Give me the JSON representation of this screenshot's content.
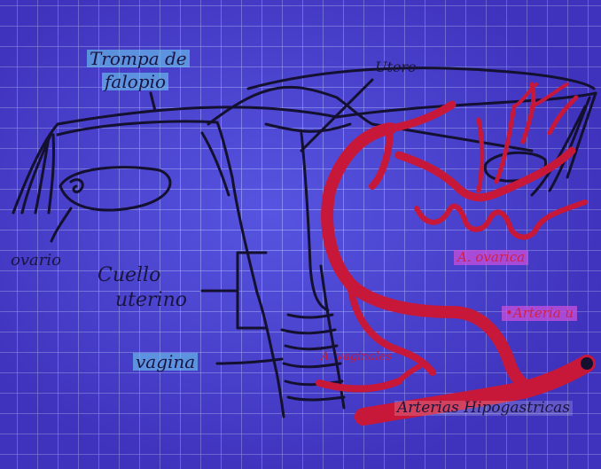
{
  "labels": {
    "trompa": "Trompa de",
    "trompa2": "falopio",
    "utero": "Utero",
    "ovario": "ovario",
    "cuello": "Cuello",
    "cuello2": "uterino",
    "vagina": "vagina",
    "a_ovarica": "A. ovarica",
    "a_uterina": "•Arteria u",
    "a_vaginal": "A. vaginales",
    "a_hipogastrica": "Arterias Hipogastricas"
  },
  "colors": {
    "ink": "#141030",
    "artery": "#c8183a",
    "highlight_cyan": "#6ed7f0",
    "highlight_pink": "#c850dc"
  }
}
